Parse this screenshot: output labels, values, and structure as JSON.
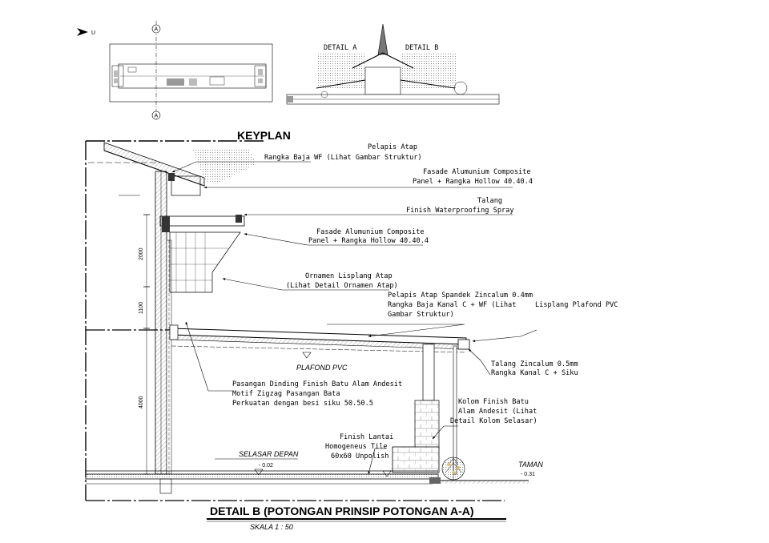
{
  "north": {
    "label": "U"
  },
  "keyplan": {
    "title": "KEYPLAN",
    "grid_tag_top": "A",
    "grid_tag_bottom": "A",
    "detail_a": "DETAIL A",
    "detail_b": "DETAIL B"
  },
  "annotations": [
    {
      "id": "pelapis-atap",
      "lines": [
        "Pelapis Atap",
        "Rangka Baja WF (Lihat Gambar Struktur)"
      ]
    },
    {
      "id": "fasade-1",
      "lines": [
        "Fasade Alumunium Composite",
        "Panel + Rangka Hollow 40.40.4"
      ]
    },
    {
      "id": "talang",
      "lines": [
        "Talang",
        "Finish Waterproofing Spray"
      ]
    },
    {
      "id": "fasade-2",
      "lines": [
        "Fasade Alumunium Composite",
        "Panel + Rangka Hollow 40.40.4"
      ]
    },
    {
      "id": "ornamen",
      "lines": [
        "Ornamen Lisplang Atap",
        "(Lihat Detail Ornamen Atap)"
      ]
    },
    {
      "id": "pelapis-spandek",
      "lines": [
        "Pelapis Atap Spandek Zincalum 0.4mm",
        "Rangka Baja Kanal C + WF (Lihat",
        "Gambar Struktur)"
      ]
    },
    {
      "id": "lisplang",
      "lines": [
        "Lisplang Plafond PVC"
      ]
    },
    {
      "id": "talang-zincalum",
      "lines": [
        "Talang Zincalum 0.5mm",
        "Rangka Kanal C + Siku"
      ]
    },
    {
      "id": "pasangan-dinding",
      "lines": [
        "Pasangan Dinding Finish Batu Alam Andesit",
        "Motif Zigzag Pasangan Bata",
        "Perkuatan dengan besi siku 50.50.5"
      ]
    },
    {
      "id": "kolom",
      "lines": [
        "Kolom Finish Batu",
        "Alam Andesit (Lihat",
        "Detail Kolom Selasar)"
      ]
    },
    {
      "id": "finish-lantai",
      "lines": [
        "Finish Lantai",
        "Homogeneus Tile",
        "60x60 Unpolish"
      ]
    }
  ],
  "dimensions": {
    "d1": "2000",
    "d2": "1100",
    "d3": "4000"
  },
  "labels": {
    "plafond": "PLAFOND PVC",
    "selasar": "SELASAR DEPAN",
    "selasar_level": "- 0.02",
    "taman": "TAMAN",
    "taman_level": "- 0.31"
  },
  "footer": {
    "title": "DETAIL B (POTONGAN PRINSIP POTONGAN A-A)",
    "scale": "SKALA   1 : 50"
  }
}
